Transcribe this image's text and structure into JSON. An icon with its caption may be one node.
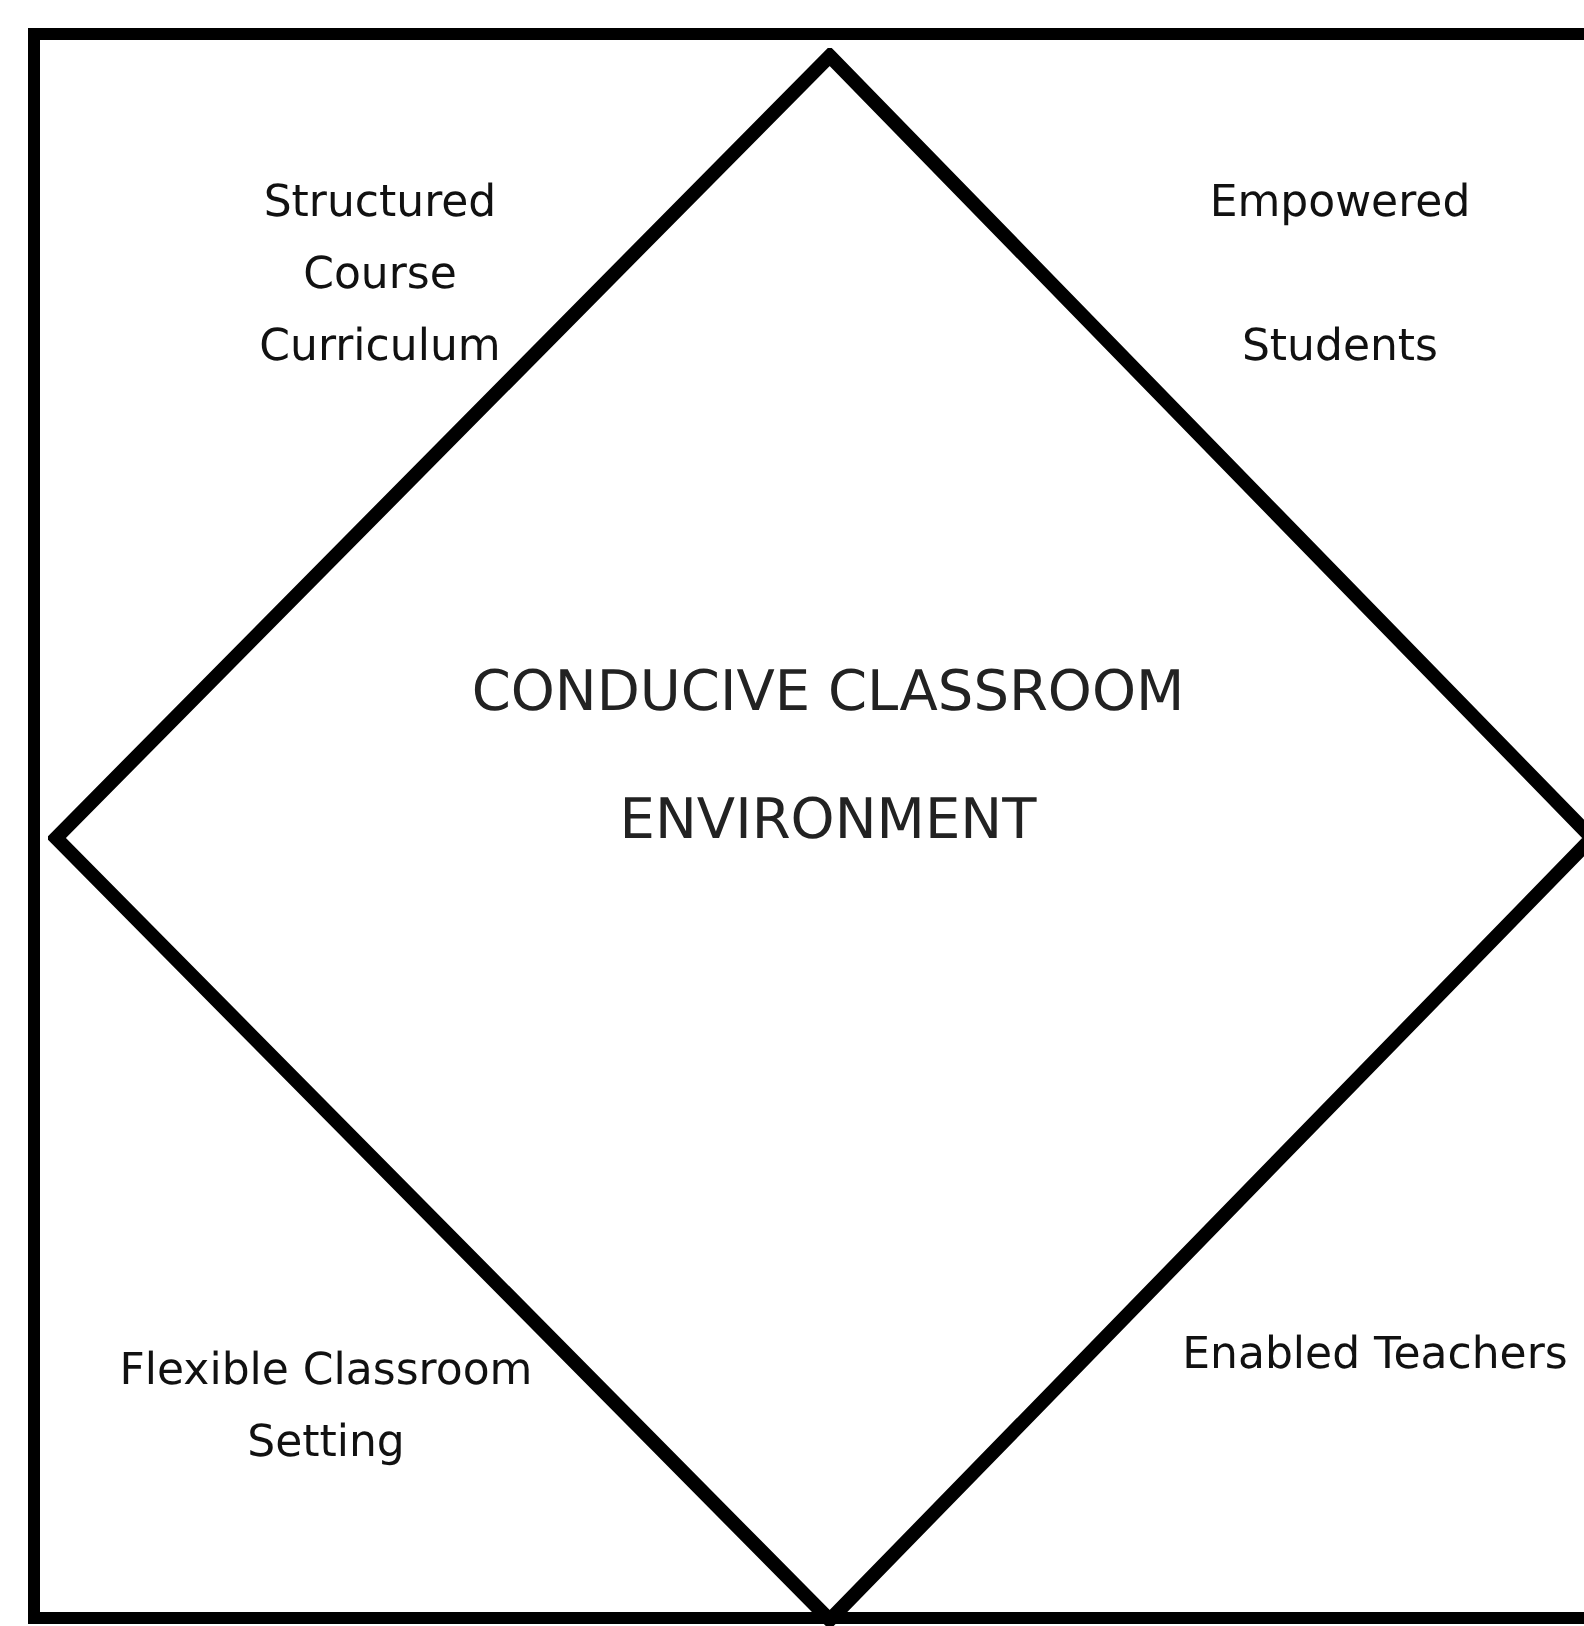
{
  "diagram": {
    "nodes": [
      {
        "text": [
          "Structured Course Curriculum",
          "Empowered Students",
          "Flexible Classroom Setting",
          "Enabled Teachers"
        ]
      },
      {
        "text": [
          "CONDUCIVE CLASSROOM ENVIRONMENT"
        ],
        "in": 0
      }
    ]
  }
}
